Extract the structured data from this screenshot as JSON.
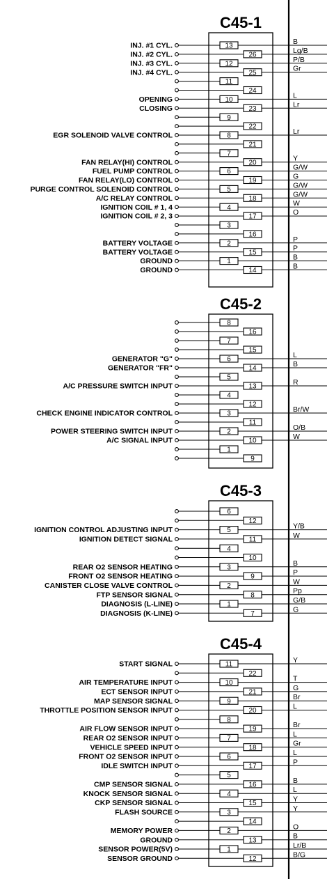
{
  "connectors": [
    {
      "title": "C45-1",
      "pins": [
        {
          "num": "13",
          "col": "L",
          "label": "INJ. #1 CYL.",
          "wire": "B"
        },
        {
          "num": "26",
          "col": "R",
          "label": "INJ. #2 CYL.",
          "wire": "Lg/B"
        },
        {
          "num": "12",
          "col": "L",
          "label": "INJ. #3 CYL.",
          "wire": "P/B"
        },
        {
          "num": "25",
          "col": "R",
          "label": "INJ. #4 CYL.",
          "wire": "Gr"
        },
        {
          "num": "11",
          "col": "L",
          "label": "",
          "wire": ""
        },
        {
          "num": "24",
          "col": "R",
          "label": "",
          "wire": ""
        },
        {
          "num": "10",
          "col": "L",
          "label": "OPENING",
          "wire": "L"
        },
        {
          "num": "23",
          "col": "R",
          "label": "CLOSING",
          "wire": "Lr"
        },
        {
          "num": "9",
          "col": "L",
          "label": "",
          "wire": ""
        },
        {
          "num": "22",
          "col": "R",
          "label": "",
          "wire": ""
        },
        {
          "num": "8",
          "col": "L",
          "label": "EGR SOLENOID VALVE CONTROL",
          "wire": "Lr"
        },
        {
          "num": "21",
          "col": "R",
          "label": "",
          "wire": ""
        },
        {
          "num": "7",
          "col": "L",
          "label": "",
          "wire": ""
        },
        {
          "num": "20",
          "col": "R",
          "label": "FAN RELAY(HI) CONTROL",
          "wire": "Y"
        },
        {
          "num": "6",
          "col": "L",
          "label": "FUEL PUMP CONTROL",
          "wire": "G/W"
        },
        {
          "num": "19",
          "col": "R",
          "label": "FAN RELAY(LO) CONTROL",
          "wire": "G"
        },
        {
          "num": "5",
          "col": "L",
          "label": "PURGE CONTROL SOLENOID CONTROL",
          "wire": "G/W"
        },
        {
          "num": "18",
          "col": "R",
          "label": "A/C RELAY CONTROL",
          "wire": "G/W"
        },
        {
          "num": "4",
          "col": "L",
          "label": "IGNITION COIL # 1, 4",
          "wire": "W"
        },
        {
          "num": "17",
          "col": "R",
          "label": "IGNITION COIL # 2, 3",
          "wire": "O"
        },
        {
          "num": "3",
          "col": "L",
          "label": "",
          "wire": ""
        },
        {
          "num": "16",
          "col": "R",
          "label": "",
          "wire": ""
        },
        {
          "num": "2",
          "col": "L",
          "label": "BATTERY VOLTAGE",
          "wire": "P"
        },
        {
          "num": "15",
          "col": "R",
          "label": "BATTERY VOLTAGE",
          "wire": "P"
        },
        {
          "num": "1",
          "col": "L",
          "label": "GROUND",
          "wire": "B"
        },
        {
          "num": "14",
          "col": "R",
          "label": "GROUND",
          "wire": "B"
        }
      ]
    },
    {
      "title": "C45-2",
      "pins": [
        {
          "num": "8",
          "col": "L",
          "label": "",
          "wire": ""
        },
        {
          "num": "16",
          "col": "R",
          "label": "",
          "wire": ""
        },
        {
          "num": "7",
          "col": "L",
          "label": "",
          "wire": ""
        },
        {
          "num": "15",
          "col": "R",
          "label": "",
          "wire": ""
        },
        {
          "num": "6",
          "col": "L",
          "label": "GENERATOR \"G\"",
          "wire": "L"
        },
        {
          "num": "14",
          "col": "R",
          "label": "GENERATOR \"FR\"",
          "wire": "B"
        },
        {
          "num": "5",
          "col": "L",
          "label": "",
          "wire": ""
        },
        {
          "num": "13",
          "col": "R",
          "label": "A/C PRESSURE SWITCH INPUT",
          "wire": "R"
        },
        {
          "num": "4",
          "col": "L",
          "label": "",
          "wire": ""
        },
        {
          "num": "12",
          "col": "R",
          "label": "",
          "wire": ""
        },
        {
          "num": "3",
          "col": "L",
          "label": "CHECK ENGINE INDICATOR CONTROL",
          "wire": "Br/W"
        },
        {
          "num": "11",
          "col": "R",
          "label": "",
          "wire": ""
        },
        {
          "num": "2",
          "col": "L",
          "label": "POWER STEERING SWITCH INPUT",
          "wire": "O/B"
        },
        {
          "num": "10",
          "col": "R",
          "label": "A/C SIGNAL INPUT",
          "wire": "W"
        },
        {
          "num": "1",
          "col": "L",
          "label": "",
          "wire": ""
        },
        {
          "num": "9",
          "col": "R",
          "label": "",
          "wire": ""
        }
      ]
    },
    {
      "title": "C45-3",
      "pins": [
        {
          "num": "6",
          "col": "L",
          "label": "",
          "wire": ""
        },
        {
          "num": "12",
          "col": "R",
          "label": "",
          "wire": ""
        },
        {
          "num": "5",
          "col": "L",
          "label": "IGNITION CONTROL ADJUSTING INPUT",
          "wire": "Y/B"
        },
        {
          "num": "11",
          "col": "R",
          "label": "IGNITION DETECT SIGNAL",
          "wire": "W"
        },
        {
          "num": "4",
          "col": "L",
          "label": "",
          "wire": ""
        },
        {
          "num": "10",
          "col": "R",
          "label": "",
          "wire": ""
        },
        {
          "num": "3",
          "col": "L",
          "label": "REAR O2 SENSOR HEATING",
          "wire": "B"
        },
        {
          "num": "9",
          "col": "R",
          "label": "FRONT O2 SENSOR HEATING",
          "wire": "P"
        },
        {
          "num": "2",
          "col": "L",
          "label": "CANISTER CLOSE VALVE CONTROL",
          "wire": "W"
        },
        {
          "num": "8",
          "col": "R",
          "label": "FTP SENSOR SIGNAL",
          "wire": "Pp"
        },
        {
          "num": "1",
          "col": "L",
          "label": "DIAGNOSIS (L-LINE)",
          "wire": "G/B"
        },
        {
          "num": "7",
          "col": "R",
          "label": "DIAGNOSIS (K-LINE)",
          "wire": "G"
        }
      ]
    },
    {
      "title": "C45-4",
      "pins": [
        {
          "num": "11",
          "col": "L",
          "label": "START SIGNAL",
          "wire": "Y"
        },
        {
          "num": "22",
          "col": "R",
          "label": "",
          "wire": ""
        },
        {
          "num": "10",
          "col": "L",
          "label": "AIR TEMPERATURE INPUT",
          "wire": "T"
        },
        {
          "num": "21",
          "col": "R",
          "label": "ECT SENSOR INPUT",
          "wire": "G"
        },
        {
          "num": "9",
          "col": "L",
          "label": "MAP SENSOR SIGNAL",
          "wire": "Br"
        },
        {
          "num": "20",
          "col": "R",
          "label": "THROTTLE POSITION SENSOR INPUT",
          "wire": "L"
        },
        {
          "num": "8",
          "col": "L",
          "label": "",
          "wire": ""
        },
        {
          "num": "19",
          "col": "R",
          "label": "AIR FLOW SENSOR INPUT",
          "wire": "Br"
        },
        {
          "num": "7",
          "col": "L",
          "label": "REAR O2 SENSOR INPUT",
          "wire": "L"
        },
        {
          "num": "18",
          "col": "R",
          "label": "VEHICLE SPEED INPUT",
          "wire": "Gr"
        },
        {
          "num": "6",
          "col": "L",
          "label": "FRONT O2 SENSOR INPUT",
          "wire": "L"
        },
        {
          "num": "17",
          "col": "R",
          "label": "IDLE SWITCH INPUT",
          "wire": "P"
        },
        {
          "num": "5",
          "col": "L",
          "label": "",
          "wire": ""
        },
        {
          "num": "16",
          "col": "R",
          "label": "CMP SENSOR SIGNAL",
          "wire": "B"
        },
        {
          "num": "4",
          "col": "L",
          "label": "KNOCK SENSOR SIGNAL",
          "wire": "L"
        },
        {
          "num": "15",
          "col": "R",
          "label": "CKP SENSOR SIGNAL",
          "wire": "Y"
        },
        {
          "num": "3",
          "col": "L",
          "label": "FLASH SOURCE",
          "wire": "Y"
        },
        {
          "num": "14",
          "col": "R",
          "label": "",
          "wire": ""
        },
        {
          "num": "2",
          "col": "L",
          "label": "MEMORY POWER",
          "wire": "O"
        },
        {
          "num": "13",
          "col": "R",
          "label": "GROUND",
          "wire": "B"
        },
        {
          "num": "1",
          "col": "L",
          "label": "SENSOR POWER(5V)",
          "wire": "Lr/B"
        },
        {
          "num": "12",
          "col": "R",
          "label": "SENSOR GROUND",
          "wire": "B/G"
        }
      ]
    }
  ]
}
